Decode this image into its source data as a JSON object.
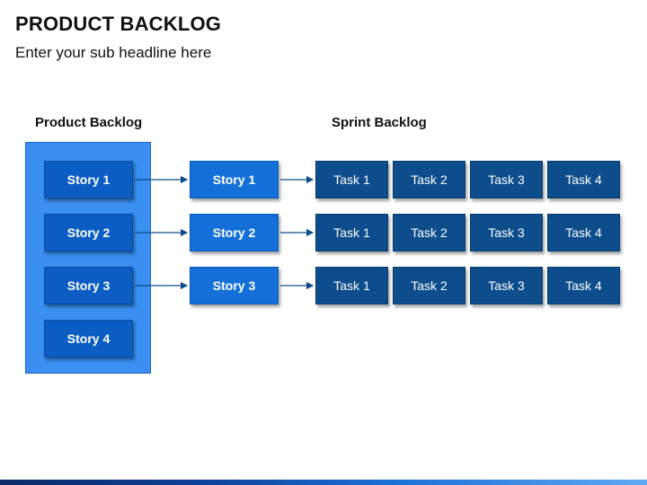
{
  "title": "PRODUCT BACKLOG",
  "subtitle": "Enter your sub headline here",
  "product_backlog": {
    "label": "Product Backlog",
    "stories": [
      "Story 1",
      "Story 2",
      "Story 3",
      "Story 4"
    ]
  },
  "sprint_backlog": {
    "label": "Sprint Backlog",
    "rows": [
      {
        "story": "Story 1",
        "tasks": [
          "Task 1",
          "Task 2",
          "Task 3",
          "Task 4"
        ]
      },
      {
        "story": "Story 2",
        "tasks": [
          "Task 1",
          "Task 2",
          "Task 3",
          "Task 4"
        ]
      },
      {
        "story": "Story 3",
        "tasks": [
          "Task 1",
          "Task 2",
          "Task 3",
          "Task 4"
        ]
      }
    ]
  },
  "colors": {
    "panel": "#3a8ff0",
    "story_left": "#0b5dc4",
    "story_mid": "#1470d8",
    "task": "#0d4d8c",
    "arrow": "#0d4d8c"
  }
}
